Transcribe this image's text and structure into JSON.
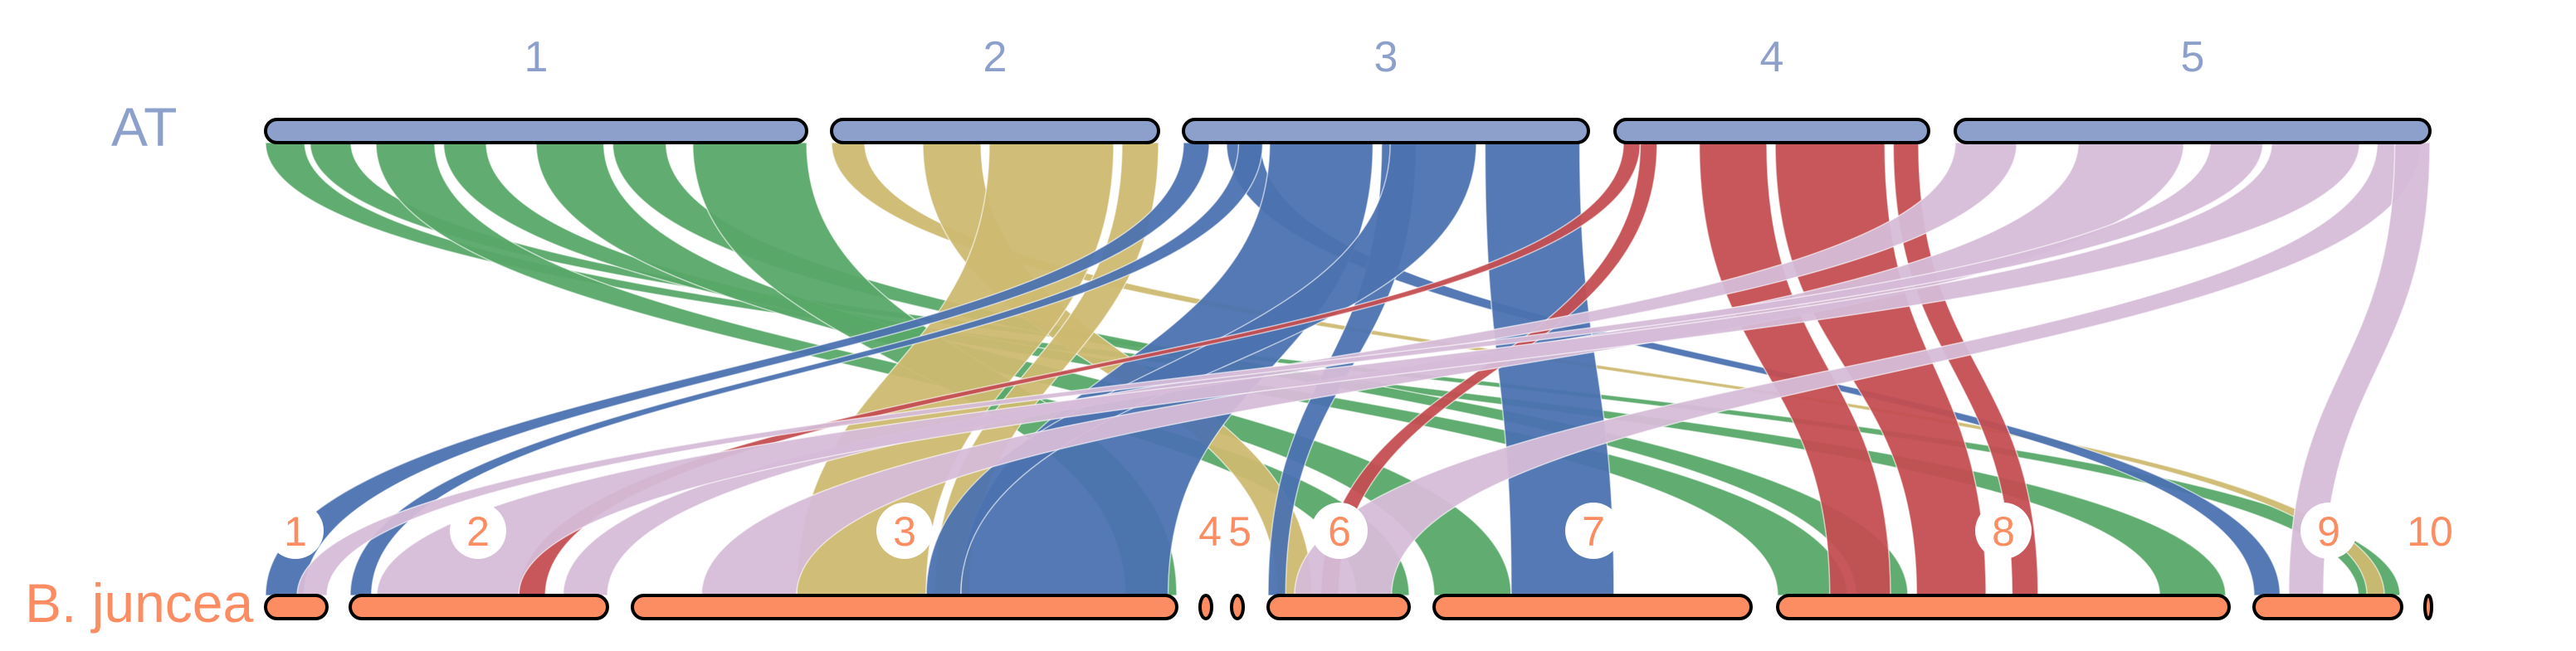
{
  "top_genome": {
    "label": "AT",
    "color": "#8da0cb",
    "chromosomes": [
      {
        "name": "1",
        "start": 0,
        "end": 30.4
      },
      {
        "name": "2",
        "start": 0,
        "end": 19.7
      },
      {
        "name": "3",
        "start": 0,
        "end": 23.5
      },
      {
        "name": "4",
        "start": 0,
        "end": 18.6
      },
      {
        "name": "5",
        "start": 0,
        "end": 27.0
      }
    ]
  },
  "bottom_genome": {
    "label": "B. juncea",
    "color": "#fc8d62",
    "chromosomes": [
      {
        "name": "1",
        "start": 0,
        "end": 3.5
      },
      {
        "name": "2",
        "start": 0,
        "end": 14.5
      },
      {
        "name": "3",
        "start": 0,
        "end": 31.5
      },
      {
        "name": "4",
        "start": 0,
        "end": 0.4
      },
      {
        "name": "5",
        "start": 0,
        "end": 0.4
      },
      {
        "name": "6",
        "start": 0,
        "end": 8.0
      },
      {
        "name": "7",
        "start": 0,
        "end": 18.5
      },
      {
        "name": "8",
        "start": 0,
        "end": 26.0
      },
      {
        "name": "9",
        "start": 0,
        "end": 8.5
      },
      {
        "name": "10",
        "start": 0,
        "end": 0.1
      }
    ]
  },
  "link_colors": {
    "1": "#59a868",
    "2": "#cdb970",
    "3": "#4c72b0",
    "4": "#c44e52",
    "5": "#d6bcd8"
  },
  "links": [
    {
      "top": "1",
      "t0": 0.0,
      "t1": 2.2,
      "bottom": "8",
      "b0": 22.0,
      "b1": 25.8
    },
    {
      "top": "1",
      "t0": 2.5,
      "t1": 4.8,
      "bottom": "9",
      "b0": 6.0,
      "b1": 8.4
    },
    {
      "top": "1",
      "t0": 6.2,
      "t1": 9.5,
      "bottom": "6",
      "b0": 5.0,
      "b1": 8.0
    },
    {
      "top": "1",
      "t0": 10.0,
      "t1": 12.4,
      "bottom": "8",
      "b0": 0.0,
      "b1": 4.0
    },
    {
      "top": "1",
      "t0": 15.2,
      "t1": 19.0,
      "bottom": "7",
      "b0": 0.0,
      "b1": 4.5
    },
    {
      "top": "1",
      "t0": 19.5,
      "t1": 22.5,
      "bottom": "8",
      "b0": 4.5,
      "b1": 7.5
    },
    {
      "top": "1",
      "t0": 24.0,
      "t1": 30.4,
      "bottom": "3",
      "b0": 28.5,
      "b1": 31.5
    },
    {
      "top": "2",
      "t0": 0.0,
      "t1": 2.0,
      "bottom": "9",
      "b0": 6.5,
      "b1": 7.5
    },
    {
      "top": "2",
      "t0": 5.5,
      "t1": 9.0,
      "bottom": "6",
      "b0": 0.5,
      "b1": 2.5
    },
    {
      "top": "2",
      "t0": 9.5,
      "t1": 17.0,
      "bottom": "3",
      "b0": 9.5,
      "b1": 17.0
    },
    {
      "top": "2",
      "t0": 17.5,
      "t1": 19.7,
      "bottom": "3",
      "b0": 17.5,
      "b1": 19.5
    },
    {
      "top": "3",
      "t0": 0.0,
      "t1": 1.5,
      "bottom": "1",
      "b0": 0.0,
      "b1": 2.2
    },
    {
      "top": "3",
      "t0": 2.5,
      "t1": 4.5,
      "bottom": "9",
      "b0": 0.0,
      "b1": 1.5
    },
    {
      "top": "3",
      "t0": 3.2,
      "t1": 4.6,
      "bottom": "2",
      "b0": 0.0,
      "b1": 1.2
    },
    {
      "top": "3",
      "t0": 5.0,
      "t1": 11.0,
      "bottom": "3",
      "b0": 19.0,
      "b1": 31.0
    },
    {
      "top": "3",
      "t0": 11.5,
      "t1": 13.5,
      "bottom": "6",
      "b0": 0.0,
      "b1": 1.0
    },
    {
      "top": "3",
      "t0": 12.0,
      "t1": 17.0,
      "bottom": "3",
      "b0": 17.0,
      "b1": 19.0
    },
    {
      "top": "3",
      "t0": 17.5,
      "t1": 23.0,
      "bottom": "7",
      "b0": 4.5,
      "b1": 10.5
    },
    {
      "top": "4",
      "t0": 0.5,
      "t1": 1.5,
      "bottom": "2",
      "b0": 9.5,
      "b1": 11.0
    },
    {
      "top": "4",
      "t0": 1.5,
      "t1": 2.5,
      "bottom": "6",
      "b0": 3.0,
      "b1": 4.0
    },
    {
      "top": "4",
      "t0": 5.0,
      "t1": 9.0,
      "bottom": "8",
      "b0": 3.0,
      "b1": 6.5
    },
    {
      "top": "4",
      "t0": 9.5,
      "t1": 16.0,
      "bottom": "8",
      "b0": 8.0,
      "b1": 12.0
    },
    {
      "top": "4",
      "t0": 16.5,
      "t1": 18.0,
      "bottom": "8",
      "b0": 13.5,
      "b1": 15.0
    },
    {
      "top": "5",
      "t0": 0.0,
      "t1": 3.5,
      "bottom": "2",
      "b0": 12.0,
      "b1": 14.5
    },
    {
      "top": "5",
      "t0": 7.0,
      "t1": 13.0,
      "bottom": "3",
      "b0": 4.0,
      "b1": 9.5
    },
    {
      "top": "5",
      "t0": 14.5,
      "t1": 17.5,
      "bottom": "1",
      "b0": 1.8,
      "b1": 3.5
    },
    {
      "top": "5",
      "t0": 18.0,
      "t1": 23.0,
      "bottom": "2",
      "b0": 1.5,
      "b1": 9.5
    },
    {
      "top": "5",
      "t0": 24.0,
      "t1": 26.5,
      "bottom": "6",
      "b0": 1.5,
      "b1": 7.0
    },
    {
      "top": "5",
      "t0": 25.0,
      "t1": 27.0,
      "bottom": "9",
      "b0": 2.0,
      "b1": 4.0
    }
  ]
}
